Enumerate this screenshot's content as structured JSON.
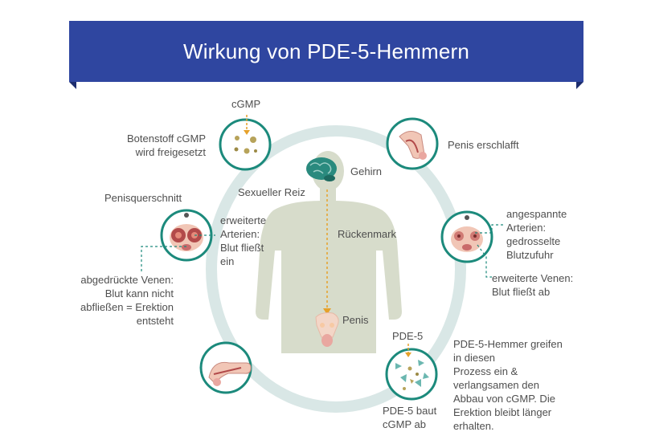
{
  "title": "Wirkung von PDE-5-Hemmern",
  "labels": {
    "cgmp": "cGMP",
    "botenstoff": [
      "Botenstoff cGMP",
      "wird freigesetzt"
    ],
    "penisquerschnitt": "Penisquerschnitt",
    "erweiterte_arterien": [
      "erweiterte",
      "Arterien:",
      "Blut fließt",
      "ein"
    ],
    "abgedrueckte_venen": [
      "abgedrückte Venen:",
      "Blut kann nicht",
      "abfließen = Erektion",
      "entsteht"
    ],
    "sexueller_reiz": "Sexueller Reiz",
    "gehirn": "Gehirn",
    "rueckenmark": "Rückenmark",
    "penis": "Penis",
    "penis_erschlafft": "Penis erschlafft",
    "angespannte_arterien": [
      "angespannte",
      "Arterien:",
      "gedrosselte",
      "Blutzufuhr"
    ],
    "erweiterte_venen": [
      "erweiterte Venen:",
      "Blut fließt ab"
    ],
    "pde5": "PDE-5",
    "pde5_baut": [
      "PDE-5 baut",
      "cGMP ab"
    ],
    "pde5_hemmer": [
      "PDE-5-Hemmer greifen",
      "in diesen",
      "Prozess ein &",
      "verlangsamen den",
      "Abbau von cGMP. Die",
      "Erektion bleibt länger",
      "erhalten."
    ]
  },
  "colors": {
    "banner": "#2f46a0",
    "ring": "#d9e7e6",
    "circle_border": "#1c8a7c",
    "body": "#d7dccb",
    "dashed": "#1c8a7c",
    "arrow": "#e6a12a"
  }
}
